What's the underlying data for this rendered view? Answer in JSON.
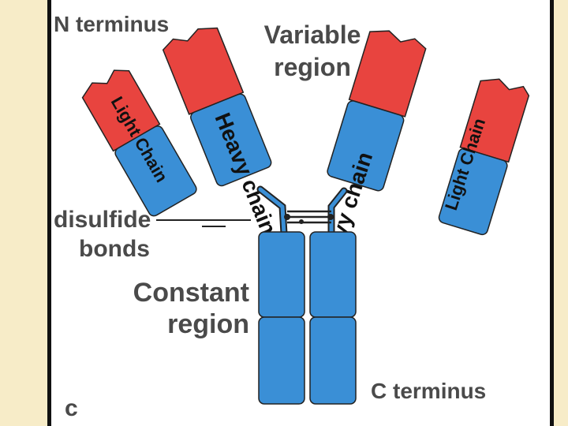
{
  "labels": {
    "n_terminus": "N terminus",
    "variable_line1": "Variable",
    "variable_line2": "region",
    "disulfide_line1": "disulfide",
    "disulfide_line2": "bonds",
    "constant_line1": "Constant",
    "constant_line2": "region",
    "c_terminus": "C terminus",
    "panel_letter": "c"
  },
  "chains": {
    "light_left": "Light Chain",
    "heavy_left": "Heavy chain",
    "heavy_right": "Heavy chain",
    "light_right": "Light Chain"
  },
  "colors": {
    "variable": "#e8443f",
    "constant": "#3a8fd6",
    "outline": "#222222",
    "label_gray": "#4a4a4a",
    "background": "#f7ecc8"
  }
}
